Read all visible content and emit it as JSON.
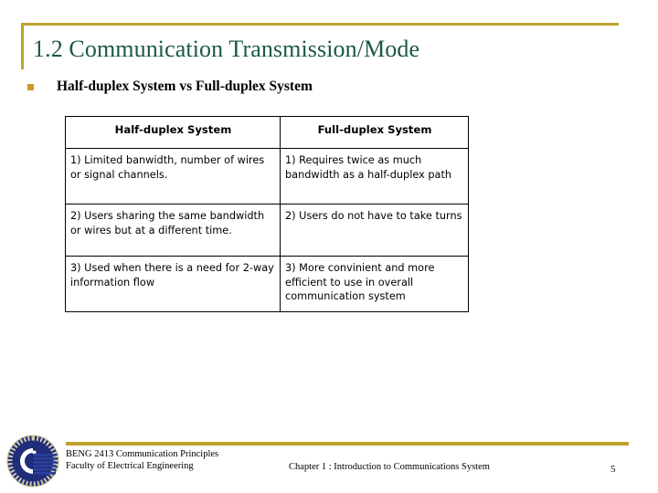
{
  "slide": {
    "title": "1.2 Communication Transmission/Mode",
    "bullet": "Half-duplex System vs Full-duplex System",
    "bullet_marker": "square-bullet",
    "accent_color": "#bfa22e",
    "title_color": "#1b5943",
    "bullet_marker_color": "#cc9a22",
    "logo_color": "#1f2d7a"
  },
  "table": {
    "headers": [
      "Half-duplex System",
      "Full-duplex System"
    ],
    "rows": [
      [
        "1) Limited banwidth, number of wires or signal channels.",
        "1) Requires twice as much bandwidth as a half-duplex path"
      ],
      [
        "2) Users sharing the same bandwidth or wires but at a different time.",
        "2) Users do not have to take turns"
      ],
      [
        "3) Used when there is a need for 2-way information flow",
        "3) More convinient and more efficient to use in overall communication system"
      ]
    ]
  },
  "footer": {
    "course_line1": "BENG 2413 Communication Principles",
    "course_line2": "Faculty of Electrical Engineering",
    "chapter": "Chapter 1 : Introduction to Communications System",
    "page_number": "5",
    "logo_name": "university-logo"
  }
}
